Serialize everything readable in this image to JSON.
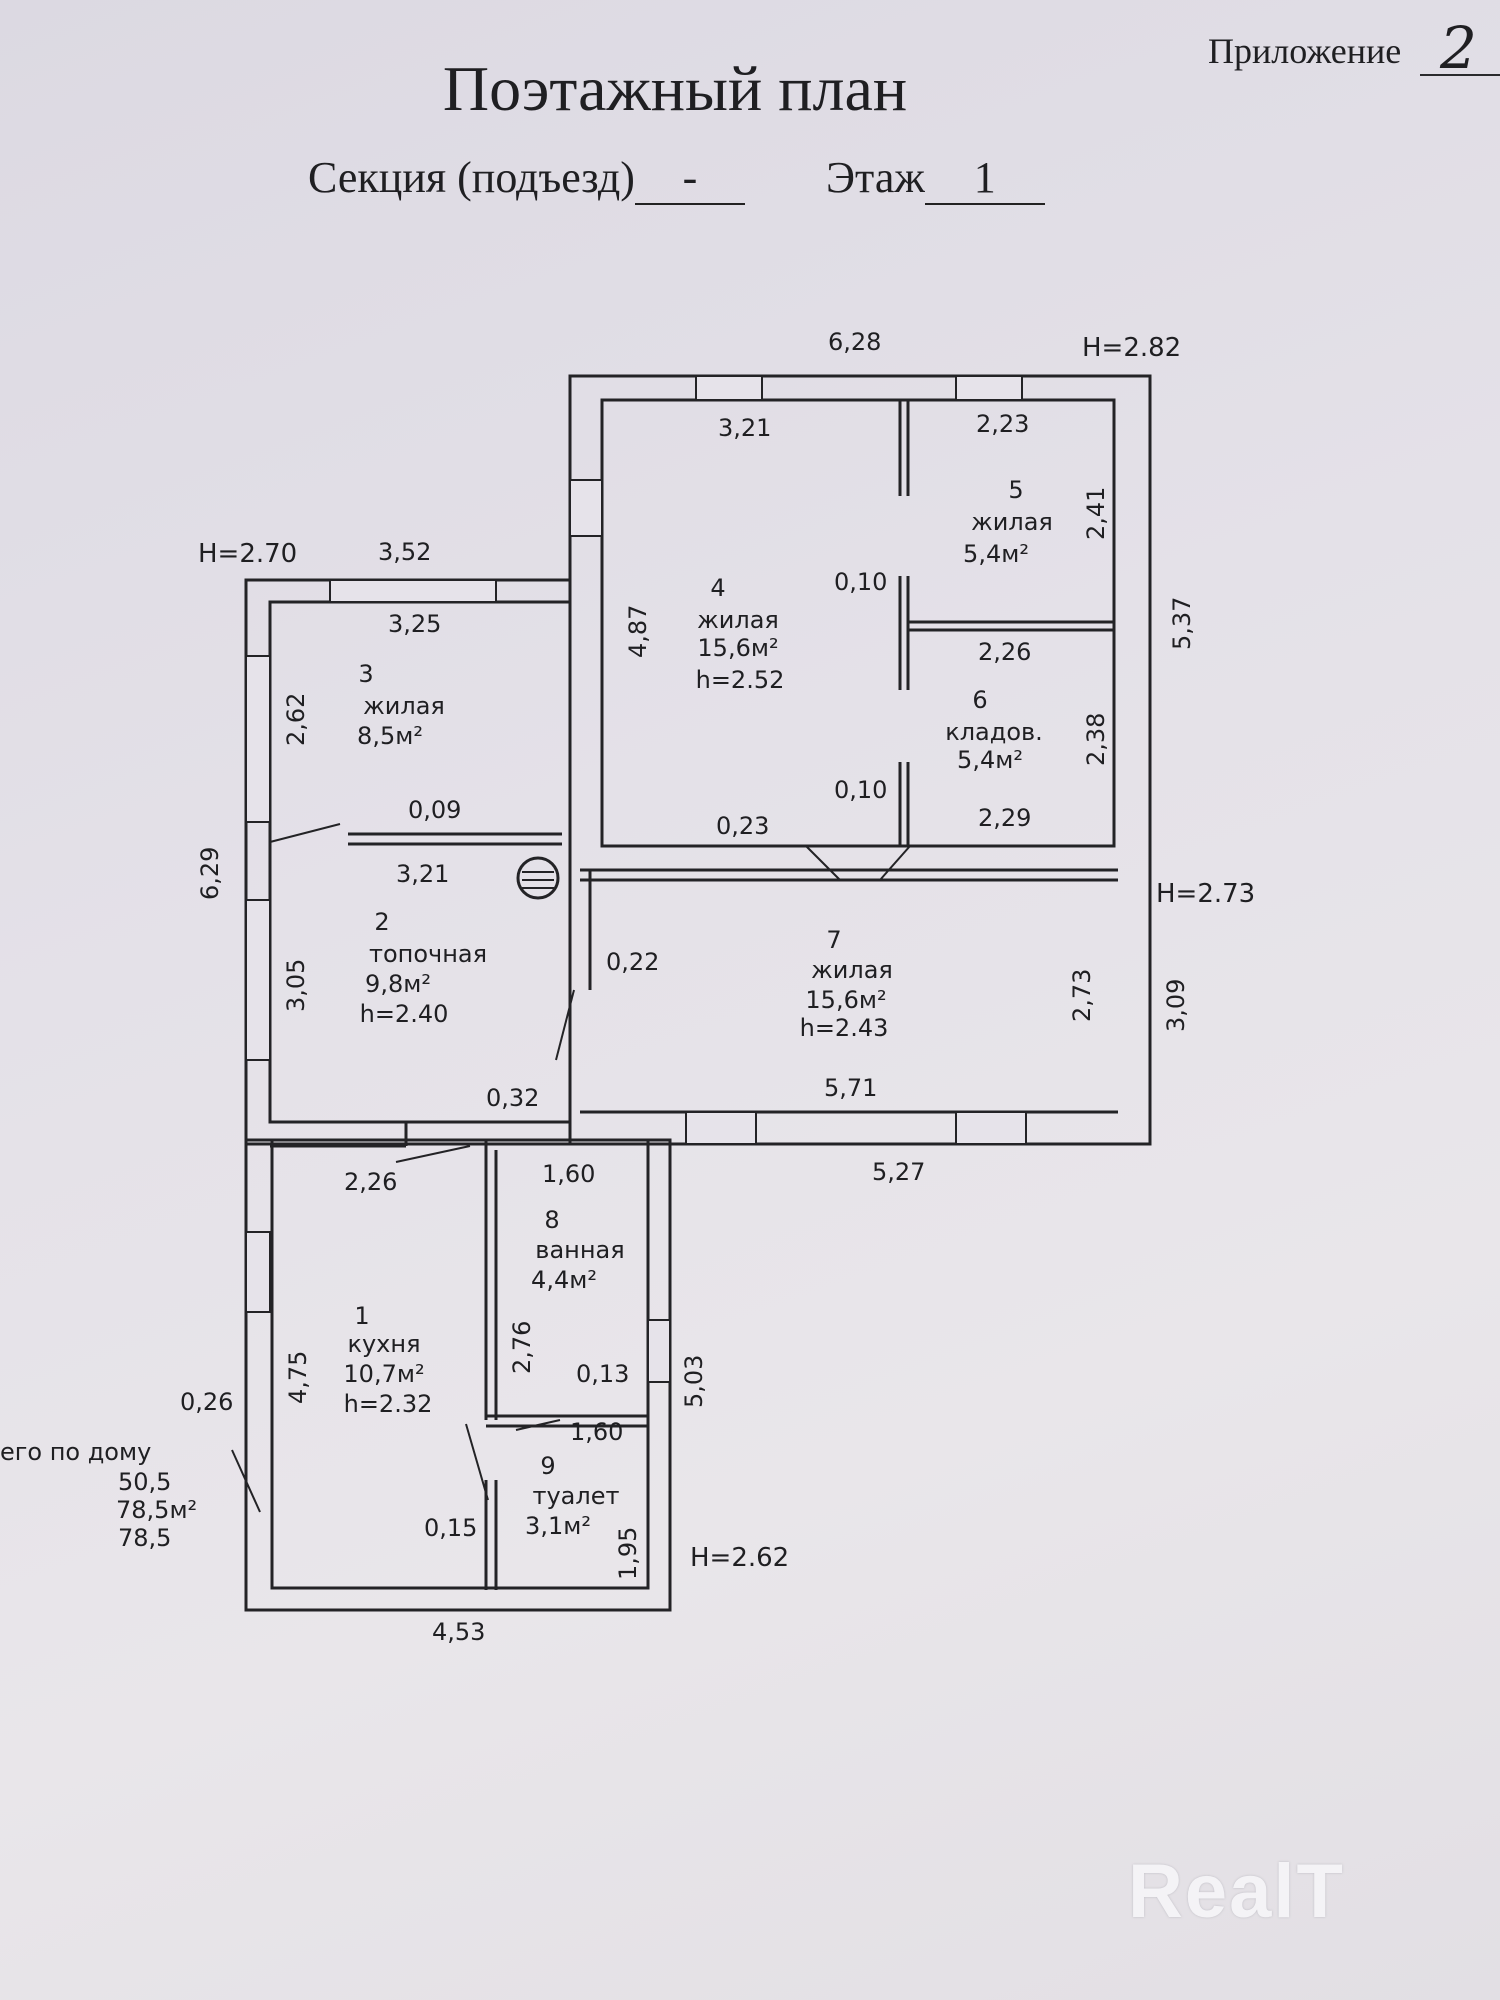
{
  "header": {
    "appendix_label": "Приложение",
    "appendix_number": "2",
    "title": "Поэтажный план",
    "section_label": "Секция (подъезд)",
    "section_value": "-",
    "floor_label": "Этаж",
    "floor_value": "1"
  },
  "plan": {
    "heights": {
      "top_right": "H=2.82",
      "left": "H=2.70",
      "right_mid": "H=2.73",
      "bottom_right": "H=2.62"
    },
    "rooms": {
      "r1": {
        "number": "1",
        "name": "кухня",
        "area": "10,7м²",
        "height": "h=2.32"
      },
      "r2": {
        "number": "2",
        "name": "топочная",
        "area": "9,8м²",
        "height": "h=2.40"
      },
      "r3": {
        "number": "3",
        "name": "жилая",
        "area": "8,5м²"
      },
      "r4": {
        "number": "4",
        "name": "жилая",
        "area": "15,6м²",
        "height": "h=2.52"
      },
      "r5": {
        "number": "5",
        "name": "жилая",
        "area": "5,4м²"
      },
      "r6": {
        "number": "6",
        "name": "кладов.",
        "area": "5,4м²"
      },
      "r7": {
        "number": "7",
        "name": "жилая",
        "area": "15,6м²",
        "height": "h=2.43"
      },
      "r8": {
        "number": "8",
        "name": "ванная",
        "area": "4,4м²"
      },
      "r9": {
        "number": "9",
        "name": "туалет",
        "area": "3,1м²"
      }
    },
    "dims": {
      "d628": "6,28",
      "d321a": "3,21",
      "d223": "2,23",
      "d241": "2,41",
      "d537": "5,37",
      "d487": "4,87",
      "d010a": "0,10",
      "d226a": "2,26",
      "d238": "2,38",
      "d010b": "0,10",
      "d229": "2,29",
      "d023": "0,23",
      "d352": "3,52",
      "d325": "3,25",
      "d262": "2,62",
      "d009": "0,09",
      "d629": "6,29",
      "d321b": "3,21",
      "d305": "3,05",
      "d022": "0,22",
      "d273": "2,73",
      "d309": "3,09",
      "d571": "5,71",
      "d032": "0,32",
      "d226b": "2,26",
      "d160a": "1,60",
      "d527": "5,27",
      "d276": "2,76",
      "d013": "0,13",
      "d503": "5,03",
      "d475": "4,75",
      "d026": "0,26",
      "d160b": "1,60",
      "d015": "0,15",
      "d195": "1,95",
      "d453": "4,53"
    },
    "totals": {
      "label": "его по дому",
      "v1": "50,5",
      "v2": "78,5м²",
      "v3": "78,5"
    }
  },
  "watermark": "RealT"
}
